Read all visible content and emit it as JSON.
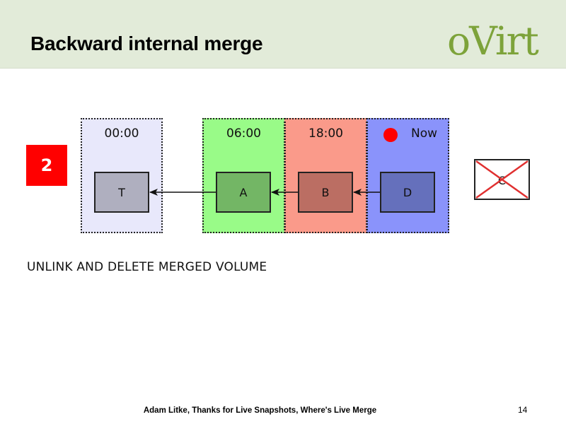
{
  "slide": {
    "title": "Backward internal merge",
    "logo_text": "oVirt",
    "step_number": "2",
    "caption": "UNLINK AND DELETE MERGED VOLUME",
    "footer": "Adam Litke, Thanks for Live Snapshots, Where's Live Merge",
    "page_number": "14"
  },
  "diagram": {
    "panels": [
      {
        "time": "00:00",
        "color": "#e8e8fb"
      },
      {
        "time": "06:00",
        "color": "#99fb88"
      },
      {
        "time": "18:00",
        "color": "#fa9a8a"
      },
      {
        "time": "Now",
        "color": "#8a93fb",
        "marker_color": "#ff0000"
      }
    ],
    "nodes": [
      {
        "label": "T",
        "color": "#afafbf"
      },
      {
        "label": "A",
        "color": "#73b665"
      },
      {
        "label": "B",
        "color": "#bb6e63"
      },
      {
        "label": "D",
        "color": "#6570bc"
      }
    ],
    "edges": [
      {
        "from": "A",
        "to": "T"
      },
      {
        "from": "B",
        "to": "A"
      },
      {
        "from": "D",
        "to": "B"
      }
    ],
    "deleted_volume": {
      "label": "C",
      "cross_color": "#e03030"
    }
  }
}
